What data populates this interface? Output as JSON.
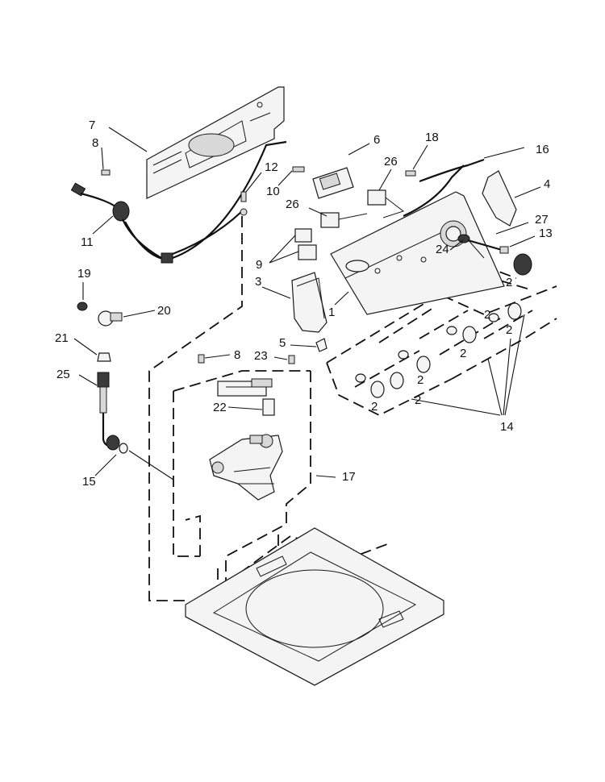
{
  "callouts": {
    "c1": "1",
    "c2a": "2",
    "c2b": "2",
    "c2c": "2",
    "c2d": "2",
    "c2e": "2",
    "c2f": "2",
    "c2g": "2",
    "c3": "3",
    "c4": "4",
    "c5": "5",
    "c6": "6",
    "c7": "7",
    "c8a": "8",
    "c8b": "8",
    "c9": "9",
    "c10": "10",
    "c11": "11",
    "c12": "12",
    "c13": "13",
    "c14": "14",
    "c15": "15",
    "c16": "16",
    "c17": "17",
    "c18": "18",
    "c19": "19",
    "c20": "20",
    "c21": "21",
    "c22": "22",
    "c23": "23",
    "c24": "24",
    "c25": "25",
    "c26a": "26",
    "c26b": "26",
    "c27": "27"
  }
}
